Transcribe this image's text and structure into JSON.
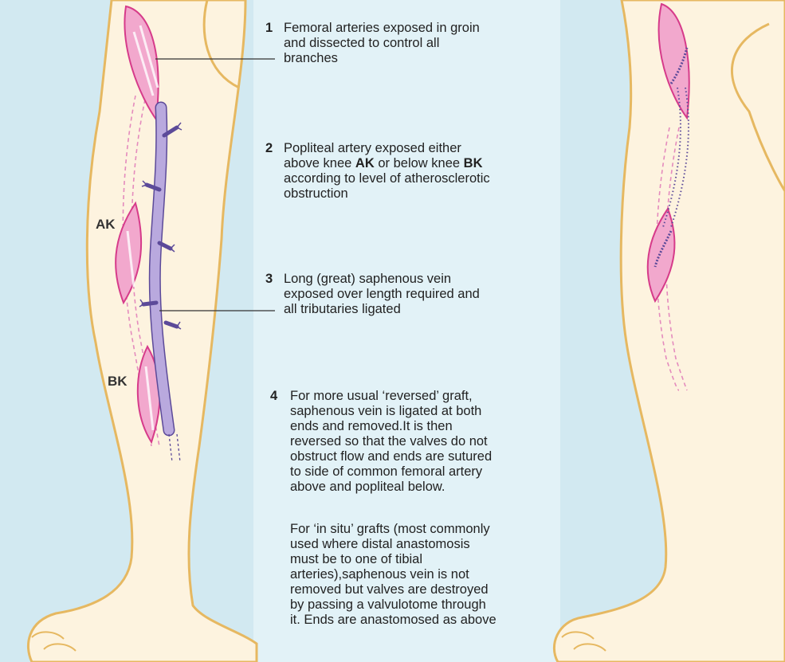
{
  "labels": {
    "ak": "AK",
    "bk": "BK"
  },
  "steps": [
    {
      "number": "1",
      "lines": [
        "Femoral arteries exposed in groin",
        "and dissected to control all",
        "branches"
      ]
    },
    {
      "number": "2",
      "lines": [
        "Popliteal artery exposed either",
        "above knee ",
        "AK",
        " or below knee ",
        "BK",
        "according to level of atherosclerotic",
        "obstruction"
      ]
    },
    {
      "number": "3",
      "lines": [
        "Long (great) saphenous vein",
        "exposed over length required and",
        "all tributaries ligated"
      ]
    },
    {
      "number": "4",
      "lines": [
        "For more usual ‘reversed’ graft,",
        "saphenous vein is ligated at both",
        "ends and removed.It is then",
        "reversed so that the valves do not",
        "obstruct flow and ends are sutured",
        "to side of common femoral artery",
        "above and popliteal below."
      ]
    }
  ],
  "note": {
    "lines": [
      "For ‘in situ’ grafts (most commonly",
      "used where distal anastomosis",
      "must be to one of tibial",
      "arteries),saphenous vein is not",
      "removed but valves are destroyed",
      "by passing a valvulotome through",
      "it. Ends are anastomosed as above"
    ]
  },
  "colors": {
    "background": "#d2e9f1",
    "skin": "#fdf3df",
    "outline": "#e6b861",
    "incision": "#f2a8cd",
    "incision_edge": "#d63b8a",
    "vein": "#b9a9de",
    "vein_edge": "#5c4a99"
  }
}
